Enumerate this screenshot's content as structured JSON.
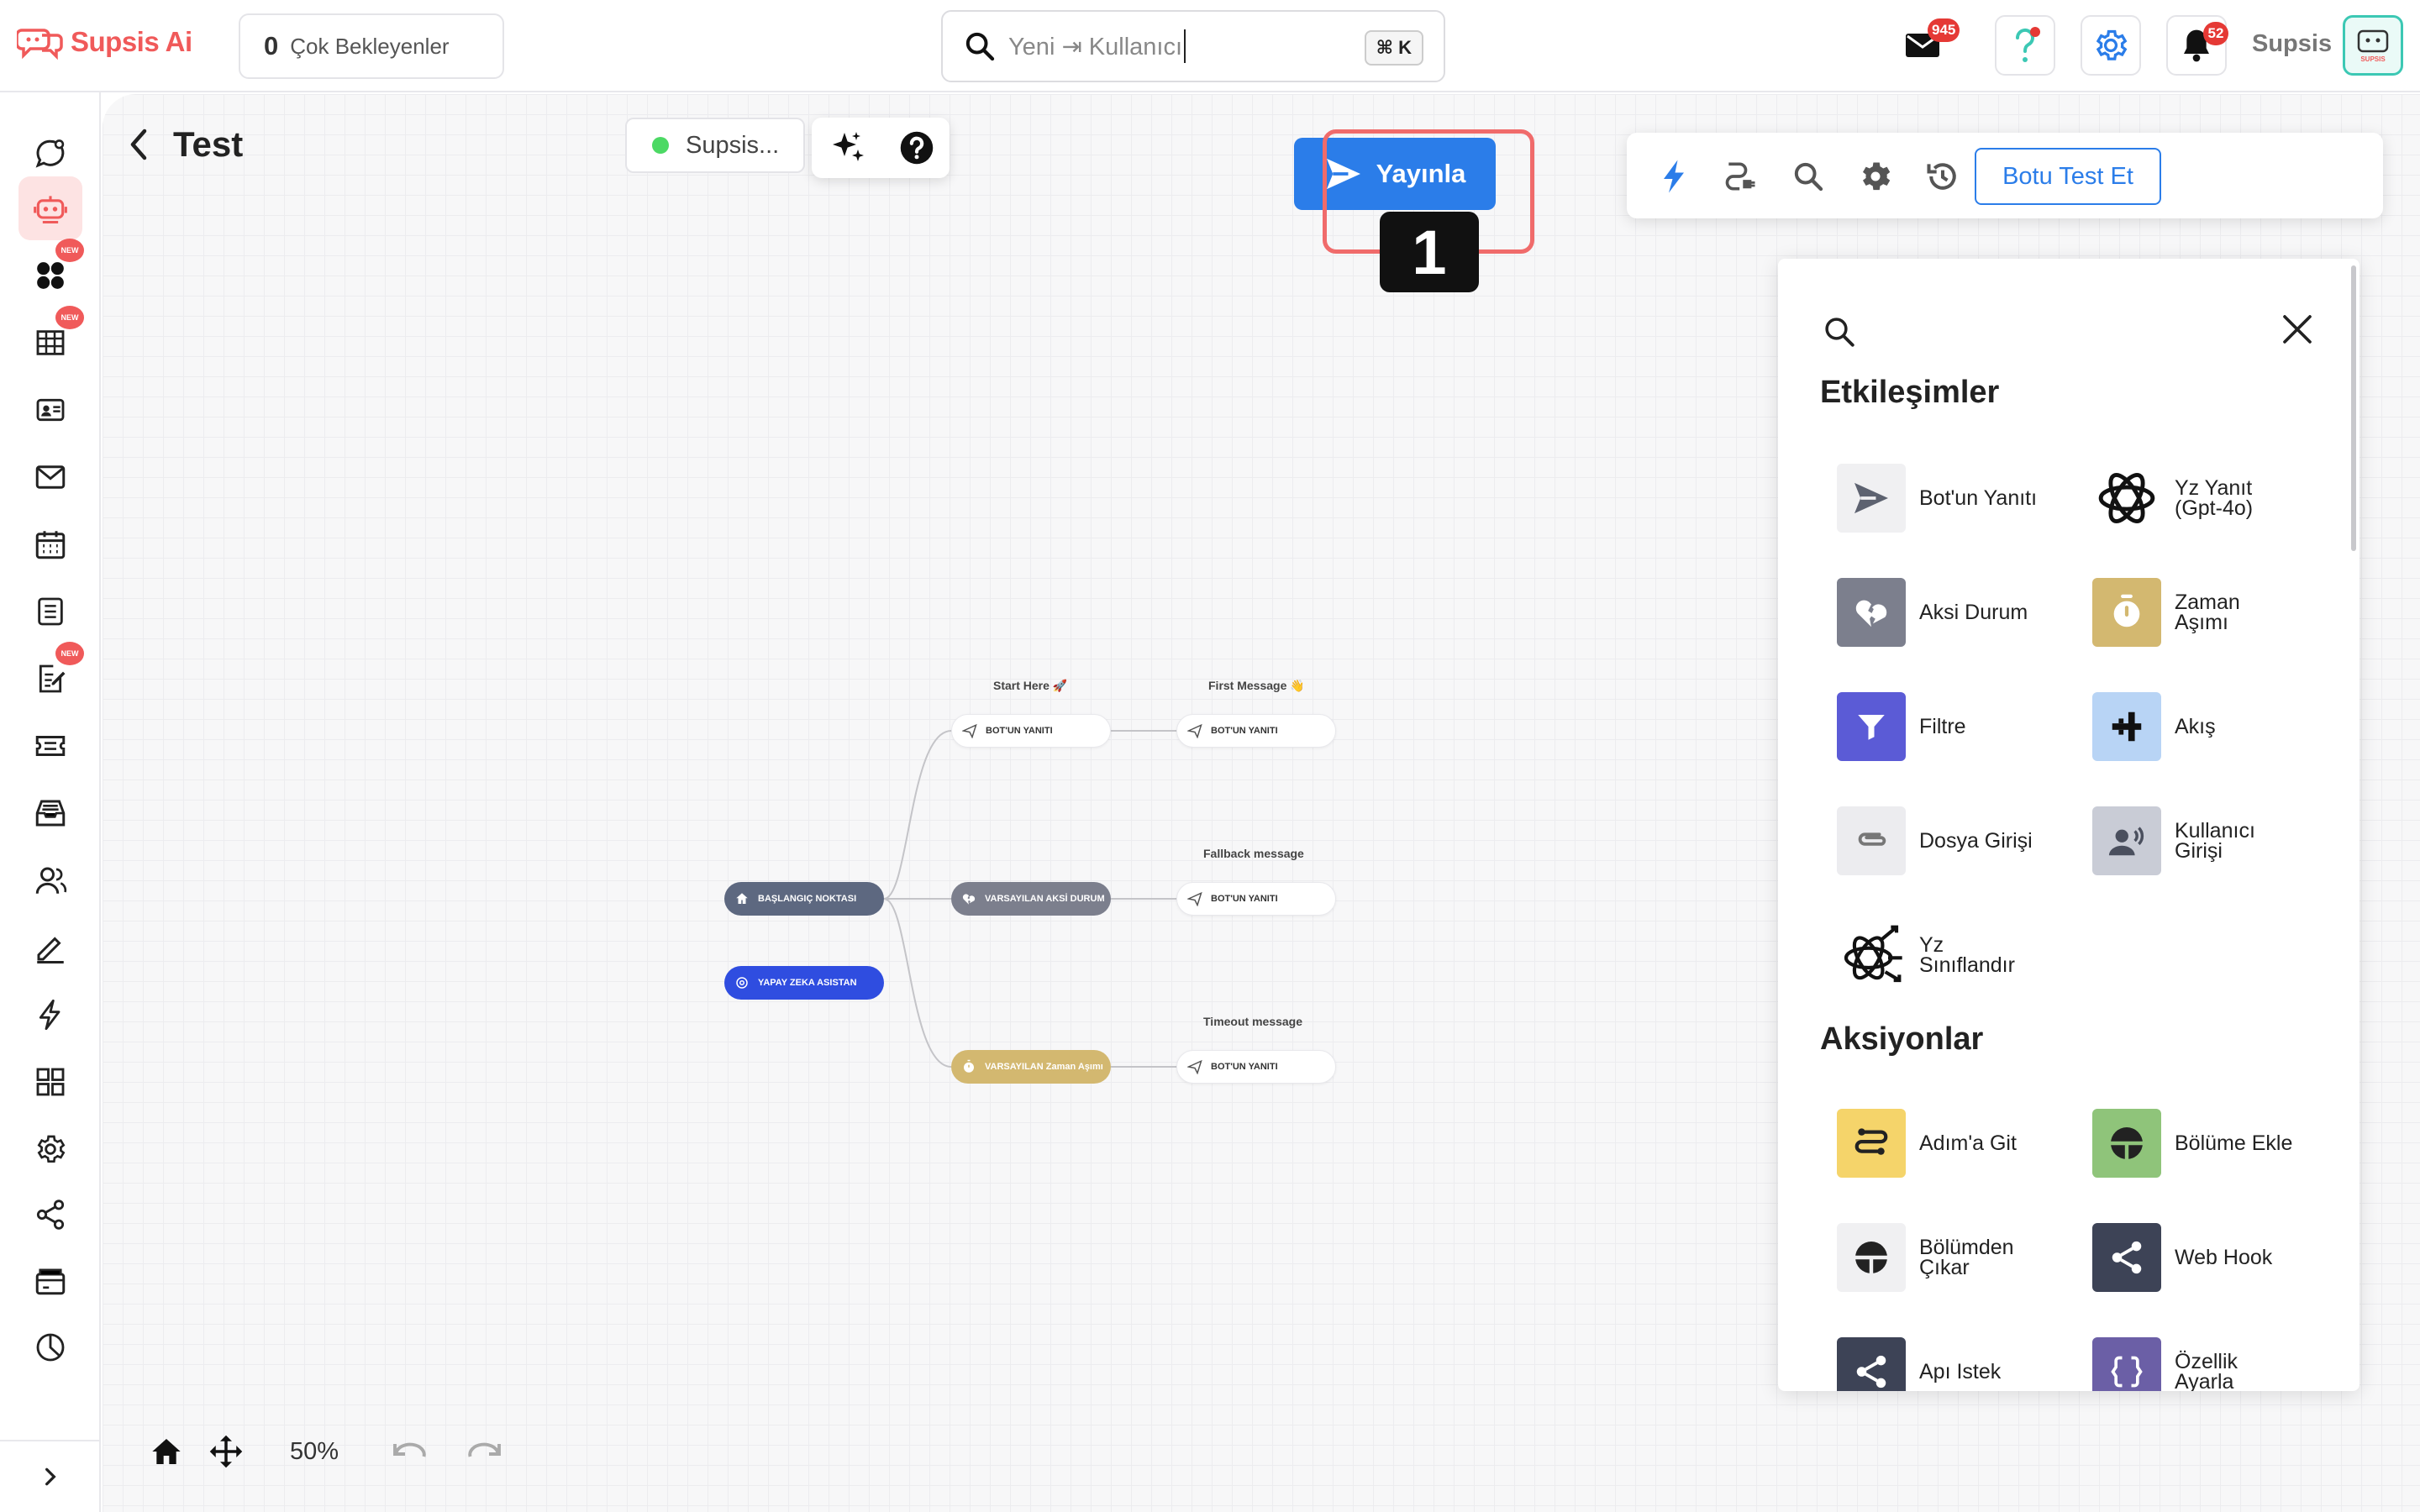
{
  "topbar": {
    "logo_text": "Supsis Ai",
    "waiting_count": "0",
    "waiting_label": "Çok Bekleyenler",
    "search_placeholder": "Yeni ⇥ Kullanıcı",
    "search_shortcut": "⌘ K",
    "mail_badge": "945",
    "notification_badge": "52",
    "username": "Supsis",
    "avatar_text": "SUPSIS"
  },
  "sidebar": {
    "items": [
      {
        "name": "chat-icon",
        "active": false,
        "new": false
      },
      {
        "name": "bot-icon",
        "active": true,
        "new": false
      },
      {
        "name": "integrations-icon",
        "active": false,
        "new": true
      },
      {
        "name": "table-icon",
        "active": false,
        "new": true
      },
      {
        "name": "contact-card-icon",
        "active": false,
        "new": false
      },
      {
        "name": "mail-icon",
        "active": false,
        "new": false
      },
      {
        "name": "calendar-icon",
        "active": false,
        "new": false
      },
      {
        "name": "list-icon",
        "active": false,
        "new": false
      },
      {
        "name": "notes-icon",
        "active": false,
        "new": true
      },
      {
        "name": "ticket-icon",
        "active": false,
        "new": false
      },
      {
        "name": "inbox-icon",
        "active": false,
        "new": false
      },
      {
        "name": "users-icon",
        "active": false,
        "new": false
      },
      {
        "name": "edit-icon",
        "active": false,
        "new": false
      },
      {
        "name": "lightning-icon",
        "active": false,
        "new": false
      },
      {
        "name": "grid-icon",
        "active": false,
        "new": false
      },
      {
        "name": "settings-icon",
        "active": false,
        "new": false
      },
      {
        "name": "share-icon",
        "active": false,
        "new": false
      },
      {
        "name": "billing-icon",
        "active": false,
        "new": false
      },
      {
        "name": "analytics-icon",
        "active": false,
        "new": false
      }
    ],
    "new_label": "NEW"
  },
  "canvas": {
    "title": "Test",
    "agent_name": "Supsis...",
    "test_button": "Botu Test Et",
    "publish_button": "Yayınla",
    "step_number": "1",
    "zoom": "50%",
    "nodes": {
      "start": "BAŞLANGIÇ NOKTASI",
      "ai": "YAPAY ZEKA ASISTAN",
      "bot1": "BOT'UN YANITI",
      "bot2": "BOT'UN YANITI",
      "fallback": "VARSAYILAN AKSİ DURUM",
      "bot3": "BOT'UN YANITI",
      "timeout": "VARSAYILAN Zaman Aşımı",
      "bot4": "BOT'UN YANITI"
    },
    "captions": {
      "start_here": "Start Here 🚀",
      "first_message": "First Message 👋",
      "fallback_message": "Fallback message",
      "timeout_message": "Timeout message"
    }
  },
  "panel": {
    "section_interactions": "Etkileşimler",
    "section_actions": "Aksiyonlar",
    "interactions": [
      {
        "label": "Bot'un Yanıtı",
        "icon": "send-icon",
        "bg": "#f0f0f2"
      },
      {
        "label": "Yz Yanıt (Gpt-4o)",
        "icon": "openai-icon",
        "bg": "#ffffff"
      },
      {
        "label": "Aksi Durum",
        "icon": "broken-heart-icon",
        "bg": "#7c7f8d"
      },
      {
        "label": "Zaman Aşımı",
        "icon": "stopwatch-icon",
        "bg": "#d3b870"
      },
      {
        "label": "Filtre",
        "icon": "filter-icon",
        "bg": "#5b5bd6"
      },
      {
        "label": "Akış",
        "icon": "flow-icon",
        "bg": "#b8d4f5"
      },
      {
        "label": "Dosya Girişi",
        "icon": "paperclip-icon",
        "bg": "#ececef"
      },
      {
        "label": "Kullanıcı Girişi",
        "icon": "user-voice-icon",
        "bg": "#c9ccd6"
      },
      {
        "label": "Yz Sınıflandır",
        "icon": "ai-classify-icon",
        "bg": "#ffffff"
      }
    ],
    "actions": [
      {
        "label": "Adım'a Git",
        "icon": "route-icon",
        "bg": "#f5d46a"
      },
      {
        "label": "Bölüme Ekle",
        "icon": "segment-add-icon",
        "bg": "#8fc47a"
      },
      {
        "label": "Bölümden Çıkar",
        "icon": "segment-remove-icon",
        "bg": "#f0f0f2"
      },
      {
        "label": "Web Hook",
        "icon": "share-icon",
        "bg": "#3d4356"
      },
      {
        "label": "Apı Istek",
        "icon": "share-icon",
        "bg": "#3d4356"
      },
      {
        "label": "Özellik Ayarla",
        "icon": "braces-icon",
        "bg": "#6b5fa6"
      }
    ]
  }
}
